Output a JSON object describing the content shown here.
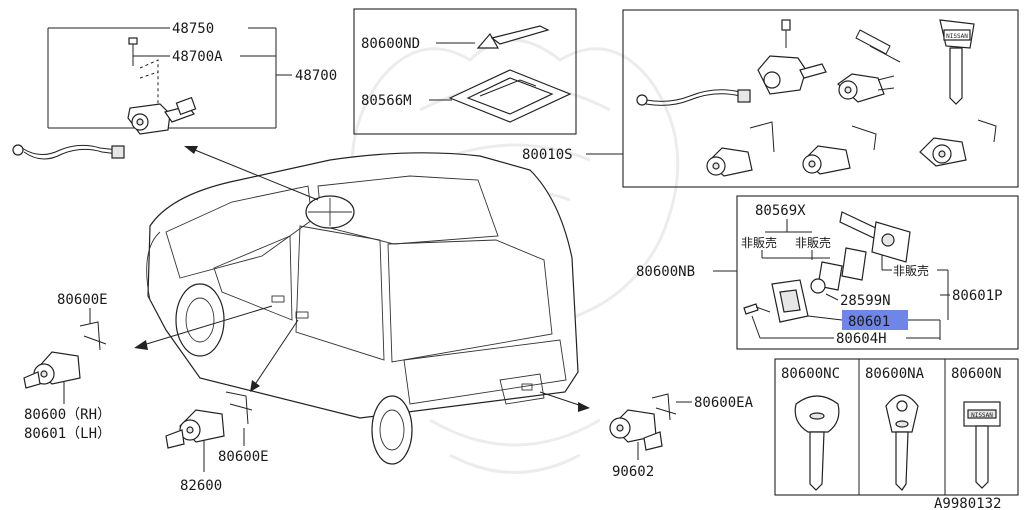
{
  "labels": {
    "p48750": "48750",
    "p48700a": "48700A",
    "p48700": "48700",
    "p80600nd": "80600ND",
    "p80566m": "80566M",
    "p80010s": "80010S",
    "p80569x": "80569X",
    "jp1": "非販売",
    "jp2": "非販売",
    "jp3": "非販売",
    "p80600nb": "80600NB",
    "p28599n": "28599N",
    "p80601p": "80601P",
    "p80601": "80601",
    "p80604h": "80604H",
    "p80600e_top": "80600E",
    "p80600rh": "80600（RH）",
    "p80601lh": "80601（LH）",
    "p80600e_bot": "80600E",
    "p82600": "82600",
    "p80600ea": "80600EA",
    "p90602": "90602",
    "p80600nc": "80600NC",
    "p80600na": "80600NA",
    "p80600n": "80600N",
    "ref": "A9980132"
  },
  "highlight_color": "#6f86e8",
  "key_tag_text": "NISSAN"
}
